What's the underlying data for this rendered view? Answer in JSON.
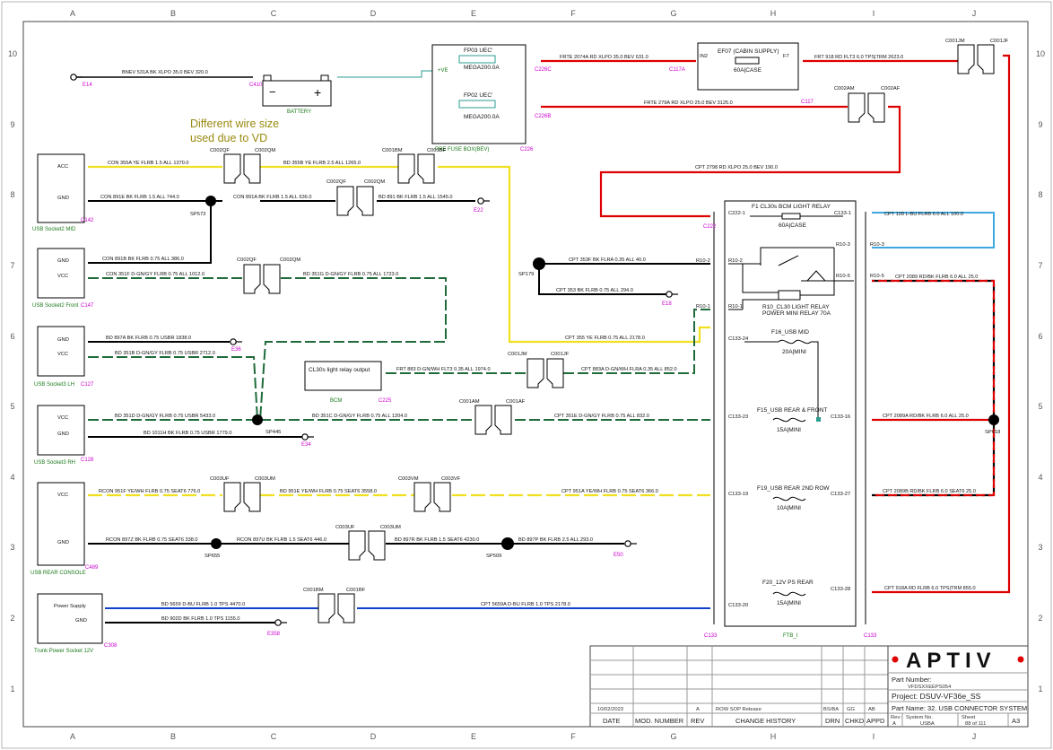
{
  "grid": {
    "columns": [
      "A",
      "B",
      "C",
      "D",
      "E",
      "F",
      "G",
      "H",
      "I",
      "J"
    ],
    "rows": [
      "10",
      "9",
      "8",
      "7",
      "6",
      "5",
      "4",
      "3",
      "2",
      "1"
    ]
  },
  "colors": {
    "red": "#dd0000",
    "yellow": "#f0e020",
    "black": "#000000",
    "green_dash": "#1f6b3a",
    "blue": "#1040c8",
    "light_blue": "#40a8e0",
    "teal": "#2a9d8f",
    "magenta": "#cc00cc",
    "connector_green": "#1a7a1a"
  },
  "annotation": {
    "line1": "Different wire size",
    "line2": "used due to VD"
  },
  "modules": {
    "usb2_mid": {
      "label": "USB Socket2 MID",
      "ref": "C142",
      "pin1": "ACC",
      "pin2": "GND"
    },
    "usb2_front": {
      "label": "USB Socket2 Front",
      "ref": "C147",
      "pin1": "GND",
      "pin2": "VCC"
    },
    "usb3_lh": {
      "label": "USB Socket3 LH",
      "ref": "C127",
      "pin1": "GND",
      "pin2": "VCC"
    },
    "usb3_rh": {
      "label": "USB Socket3 RH",
      "ref": "C128",
      "pin1": "VCC",
      "pin2": "GND"
    },
    "usb_rear": {
      "label": "USB REAR CONSOLE",
      "ref": "C489",
      "pin1": "VCC",
      "pin2": "GND"
    },
    "trunk": {
      "label": "Trunk Power Socket 12V",
      "ref": "C308",
      "pin1": "Power Supply",
      "pin2": "GND"
    },
    "bcm": {
      "label": "BCM",
      "ref": "C225",
      "title": "CL30s light relay output"
    },
    "battery": {
      "label": "BATTERY",
      "ref": "C410"
    },
    "prefuse": {
      "label": "PRE FUSE BOX(BEV)",
      "ref": "C226",
      "fuse1": "FP03 UEC'",
      "fuse1_rating": "MEGA200.0A",
      "fuse2": "FP02 UEC'",
      "fuse2_rating": "MEGA200.0A",
      "plus_ve": "+VE"
    },
    "ef07": {
      "title": "EF07 (CABIN SUPPLY)",
      "rating": "60A|CASE",
      "ref": "C117",
      "pin_in": "IN2",
      "pin_out": "F7"
    },
    "ftb": {
      "ref": "C133",
      "ref2": "FTB_I",
      "relay_title": "F1 CL30s BCM LIGHT RELAY",
      "relay_rating": "60A|CASE",
      "relay_box": "R10_CL30 LIGHT RELAY",
      "relay_box2": "POWER MINI RELAY 70A",
      "f16": "F16_USB MID",
      "f16_rating": "20A|MINI",
      "f15": "F15_USB REAR & FRONT",
      "f15_rating": "15A|MINI",
      "f19": "F19_USB REAR 2ND ROW",
      "f19_rating": "10A|MINI",
      "f20": "F20_12V PS REAR",
      "f20_rating": "15A|MINI"
    }
  },
  "grounds": [
    "E14",
    "E22",
    "E18",
    "E36",
    "E34",
    "E50",
    "E358"
  ],
  "splices": [
    "SP573",
    "SP179",
    "SP445",
    "SP655",
    "SP509",
    "SP618"
  ],
  "wires": {
    "bnev531": "BNEV  531A  BK  XLPO  35.0  BEV   320.0",
    "frte2074": "FRTE  2074A  RD  XLPO  35.0  BEV   631.0",
    "frte279": "FRTE  279A  RD  XLPO  25.0  BEV   3125.0",
    "frt918": "FRT  918  RD  FLT3  6.0  TPS|TRM   2623.0",
    "cpt2798": "CPT  2798  RD  XLPO  25.0  BEV   190.0",
    "cpt128": "CPT  128  L-BU  FLRB  6.0  ALL   100.0",
    "con355": "CON  355A  YE  FLRB  1.5  ALL   1370.0",
    "bd355": "BD  355B  YE  FLRB  2.5  ALL   1265.0",
    "con891e": "CON  891E  BK  FLRB  1.5  ALL   744.0",
    "con891a": "CON  891A  BK  FLRB  1.5  ALL   636.0",
    "bd891": "BD  891  BK  FLRB  1.5  ALL   1545.0",
    "con891b": "CON  891B  BK  FLRB  0.75  ALL   386.0",
    "con351f": "CON  351F  D-GN/GY  FLRB  0.75  ALL   1012.0",
    "bd351g": "BD  351G  D-GN/GY  FLRB  0.75  ALL   1723.0",
    "cpt353f": "CPT  353F  BK  FLRA  0.35  ALL   40.0",
    "cpt353": "CPT  353  BK  FLRB  0.75  ALL   294.0",
    "cpt2089": "CPT  2089  RD/BK  FLRB  6.0  ALL   25.0",
    "bd897a": "BD  897A  BK  FLRB  0.75  USBR   1838.0",
    "bd351b": "BD  351B  D-GN/GY  FLRB  0.75  USBR   2712.0",
    "cpt355": "CPT  355  YE  FLRB  0.75  ALL   2178.0",
    "frt883": "FRT  883  D-GN/WH  FLT3  0.35  ALL   1974.0",
    "cpt883a": "CPT  883A  D-GN/WH  FLRA  0.35  ALL   852.0",
    "bd351d": "BD  351D  D-GN/GY  FLRB  0.75  USBR   5433.0",
    "bd351c": "BD  351C  D-GN/GY  FLRB  0.75  ALL   1204.0",
    "cpt351e": "CPT  351E  D-GN/GY  FLRB  0.75  ALL   832.0",
    "cpt2089a": "CPT  2089A  RD/BK  FLRB  6.0  ALL   25.0",
    "bd1011h": "BD  1011H  BK  FLRB  0.75  USBR   1779.0",
    "rcon951f": "RCON  951F  YE/WH  FLRB  0.75  SEAT6   776.0",
    "bd951e": "BD  951E  YE/WH  FLRB  0.75  SEAT6   3558.0",
    "cpt951a": "CPT  951A  YE/WH  FLRB  0.75  SEAT6   366.0",
    "cpt2089b": "CPT  2089B  RD/BK  FLRB  6.0  SEAT6   25.0",
    "rcon897z": "RCON  897Z  BK  FLRB  0.75  SEAT6   338.0",
    "rcon897u": "RCON  897U  BK  FLRB  1.5  SEAT6   446.0",
    "bd897r": "BD  897R  BK  FLRB  1.5  SEAT6   4230.0",
    "bd897p": "BD  897P  BK  FLRB  2.5  ALL   293.0",
    "bd5659": "BD  5659  D-BU  FLRB  1.0  TPS   4470.0",
    "cpt5659a": "CPT  5659A  D-BU  FLRB  1.0  TPS   2178.0",
    "cpt918a": "CPT  918A  RD  FLRB  6.0  TPS|TRM   855.0",
    "bd9020": "BD  902D  BK  FLRB  1.0  TPS   1155.0"
  },
  "connectors": {
    "c002qf": "C002QF",
    "c002qm": "C002QM",
    "c001bm": "C001BM",
    "c001bf": "C001BF",
    "c001jm": "C001JM",
    "c001jf": "C001JF",
    "c002am": "C002AM",
    "c002af": "C002AF",
    "c001am": "C001AM",
    "c001af": "C001AF",
    "c003uf": "C003UF",
    "c003um": "C003UM",
    "c003vm": "C003VM",
    "c003vf": "C003VF",
    "c226c": "C226C",
    "c226b": "C226B",
    "c117a": "C117A",
    "c222": "C222",
    "c222_1": "C222-1",
    "c133_1": "C133-1",
    "r10_3": "R10-3",
    "r10_5": "R10-5",
    "r10_2": "R10-2",
    "r10_1": "R10-1",
    "c133_24": "C133-24",
    "c133_23": "C133-23",
    "c133_16": "C133-16",
    "c133_19": "C133-19",
    "c133_27": "C133-27",
    "c133_20": "C133-20",
    "c133_28": "C133-28"
  },
  "title_block": {
    "logo": "APTIV",
    "part_number_label": "Part Number:",
    "part_number": "VFDSXXEEPS054",
    "project": "Project: DSUV-VF36e_SS",
    "part_name": "Part Name:  32. USB CONNECTOR SYSTEM",
    "rev_label": "Rev:",
    "rev": "A",
    "system_label": "System No.",
    "system": "USBA",
    "sheet_label": "Sheet",
    "sheet": "88  of 111",
    "size": "A3",
    "row_date": "10/02/2023",
    "row_rev": "A",
    "row_change": "ROW SOP Release",
    "row_drn": "BS/BA",
    "row_chkd": "GG",
    "row_appd": "AB",
    "col_date": "DATE",
    "col_mod": "MOD. NUMBER",
    "col_rev": "REV",
    "col_change": "CHANGE HISTORY",
    "col_drn": "DRN",
    "col_chkd": "CHKD",
    "col_appd": "APPD"
  }
}
